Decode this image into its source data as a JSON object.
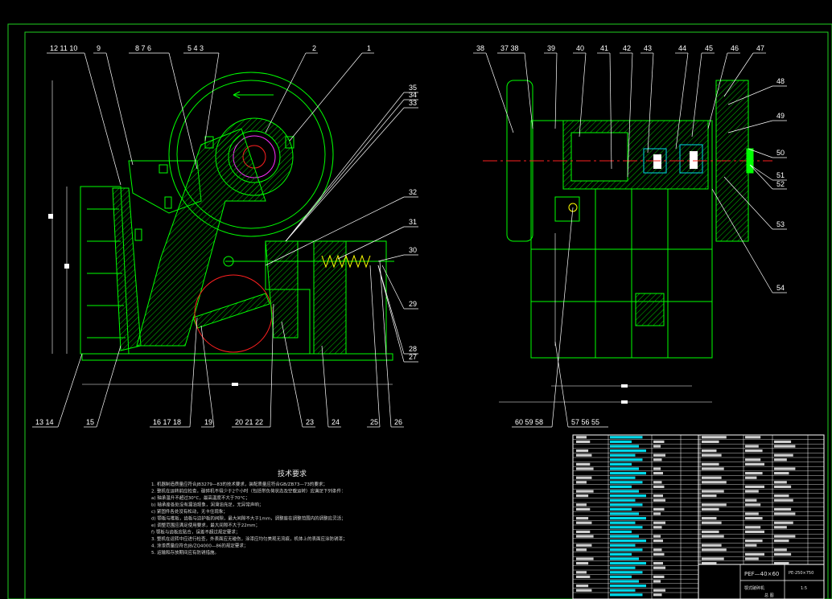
{
  "colors": {
    "background": "#000000",
    "frame": "#1fd01f",
    "part": "#00ff00",
    "hatch": "#00c800",
    "leader": "#ffffff",
    "centerline": "#ff2020",
    "hidden": "#7070ff",
    "cyan_fill": "#00d8e8",
    "magenta": "#ff30ff",
    "yellow": "#ffff00"
  },
  "front_view": {
    "top_labels": [
      "12 11 10",
      "9",
      "8 7 6",
      "5 4 3",
      "2",
      "1"
    ],
    "right_labels": [
      "35",
      "34",
      "33",
      "32",
      "31",
      "30",
      "29",
      "28",
      "27"
    ],
    "bottom_labels": [
      "13 14",
      "15",
      "16 17 18",
      "19",
      "20 21 22",
      "23",
      "24",
      "25",
      "26"
    ]
  },
  "side_view": {
    "top_labels": [
      "38",
      "37 38",
      "39",
      "40",
      "41",
      "42",
      "43",
      "44",
      "45",
      "46",
      "47"
    ],
    "right_labels": [
      "48",
      "49",
      "50",
      "51",
      "52",
      "53",
      "54"
    ],
    "bottom_labels": [
      "60 59 58",
      "57 56 55"
    ]
  },
  "tech_requirements": {
    "title": "技术要求",
    "lines": [
      "1. 机器制造质量应符合JB3279—83的技术要求，装配质量应符合GB/ZB73—73的要求；",
      "2. 整机在运转前应检查，破碎机不得少于2个小时（包括带负荷状态及空载运转）应满足下列条件：",
      "   a) 轴承温升不超过30°C，最高温度不大于70°C；",
      "   b) 轴承座各处没有漏油现象，润滑油充足，无异常声响；",
      "   c) 紧固件各处没有松动，无卡住现象；",
      "   d) 颚板与推板，齿板与边护板的间隙，最大间隙不大于1mm，调整座在调整范围内的调整应灵活；",
      "   e) 调整范围应满足使用要求，最大间隙不大于22mm；",
      "   f) 颚板与齿板应贴合，误差不超过规定要求；",
      "3. 整机在运转中应进行检查，外表面应无碰伤，涂漆应均匀美观无流痕，机体上的表面应涂防锈漆；",
      "4. 涂漆质量应符合JB/ZQ4000—86的规定要求；",
      "5. 运输和存放期间应有防锈措施。"
    ]
  },
  "title_block": {
    "model": "PEF—40×60",
    "name": "颚式破碎机",
    "drawing": "总 图",
    "code": "PE-250×750",
    "scale": "1:5"
  }
}
